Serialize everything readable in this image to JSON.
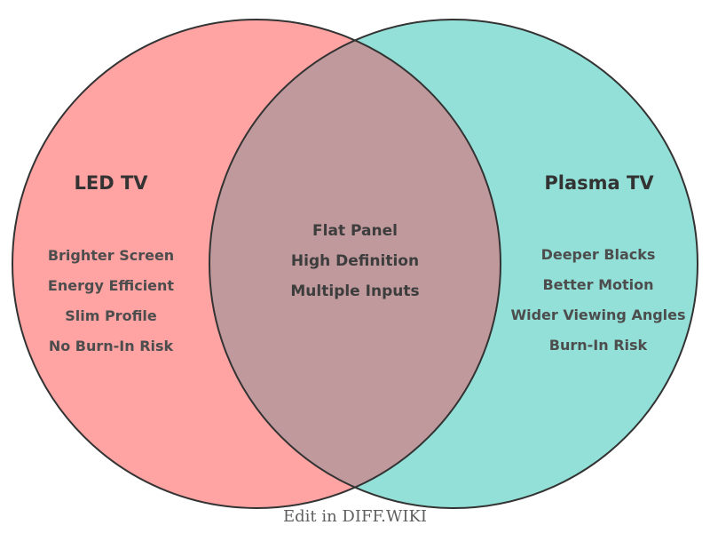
{
  "diagram": {
    "left": {
      "title": "LED TV",
      "items": [
        "Brighter Screen",
        "Energy Efficient",
        "Slim Profile",
        "No Burn-In Risk"
      ]
    },
    "right": {
      "title": "Plasma TV",
      "items": [
        "Deeper Blacks",
        "Better Motion",
        "Wider Viewing Angles",
        "Burn-In Risk"
      ]
    },
    "overlap": {
      "items": [
        "Flat Panel",
        "High Definition",
        "Multiple Inputs"
      ]
    }
  },
  "footer": {
    "edit_link": "Edit in DIFF.WIKI"
  },
  "colors": {
    "left_fill": "#FFA3A3",
    "right_fill": "#92E0D7",
    "overlap_fill": "#BF999C",
    "circle_stroke": "#333333",
    "title_text": "#333333",
    "item_text": "#4D4D4D",
    "overlap_text": "#3D3D3D",
    "footer_text": "#5F5F5F",
    "background": "#FFFFFF"
  }
}
